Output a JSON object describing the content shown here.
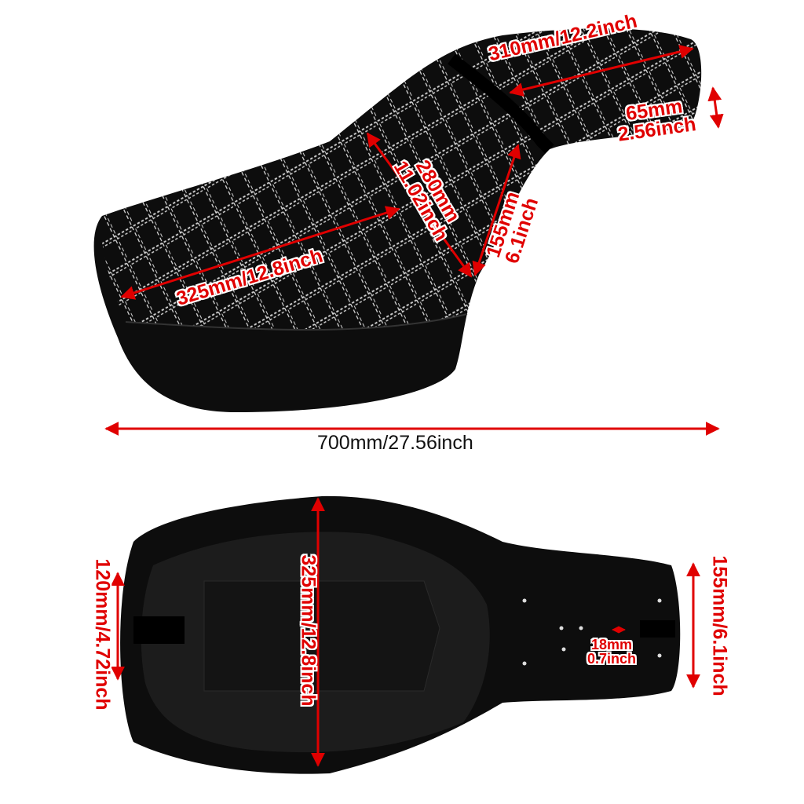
{
  "colors": {
    "annotation": "#e00000",
    "seat": "#0d0d0d",
    "stitch": "#e8e8e8"
  },
  "top_view": {
    "rear_width": "310mm/12.2inch",
    "rear_height": {
      "mm": "65mm",
      "inch": "2.56inch"
    },
    "backrest_diag": {
      "mm": "280mm",
      "inch": "11.02inch"
    },
    "rise": {
      "mm": "155mm",
      "inch": "6.1inch"
    },
    "seat_width": "325mm/12.8inch",
    "total_length": "700mm/27.56inch"
  },
  "bottom_view": {
    "width": "325mm/12.8inch",
    "front_width": "120mm/4.72inch",
    "rear_width": "155mm/6.1inch",
    "hole_spacing": {
      "mm": "18mm",
      "inch": "0.7inch"
    }
  }
}
